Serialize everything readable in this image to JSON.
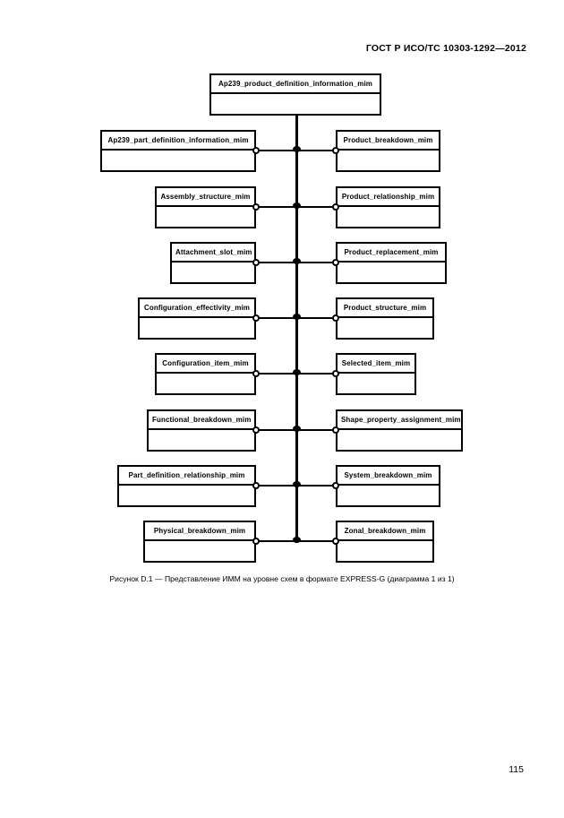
{
  "document": {
    "header": "ГОСТ Р ИСО/ТС 10303-1292—2012",
    "page_number": "115",
    "caption": "Рисунок  D.1 — Представление ИММ на уровне схем в формате EXPRESS-G (диаграмма 1 из 1)"
  },
  "diagram": {
    "type": "EXPRESS-G schema-level diagram",
    "root": {
      "label": "Ap239_product_definition_information_mim"
    },
    "rows": [
      {
        "left": "Ap239_part_definition_information_mim",
        "right": "Product_breakdown_mim"
      },
      {
        "left": "Assembly_structure_mim",
        "right": "Product_relationship_mim"
      },
      {
        "left": "Attachment_slot_mim",
        "right": "Product_replacement_mim"
      },
      {
        "left": "Configuration_effectivity_mim",
        "right": "Product_structure_mim"
      },
      {
        "left": "Configuration_item_mim",
        "right": "Selected_item_mim"
      },
      {
        "left": "Functional_breakdown_mim",
        "right": "Shape_property_assignment_mim"
      },
      {
        "left": "Part_definition_relationship_mim",
        "right": "System_breakdown_mim"
      },
      {
        "left": "Physical_breakdown_mim",
        "right": "Zonal_breakdown_mim"
      }
    ],
    "colors": {
      "line": "#000000",
      "box_fill": "#ffffff",
      "text": "#000000"
    }
  }
}
